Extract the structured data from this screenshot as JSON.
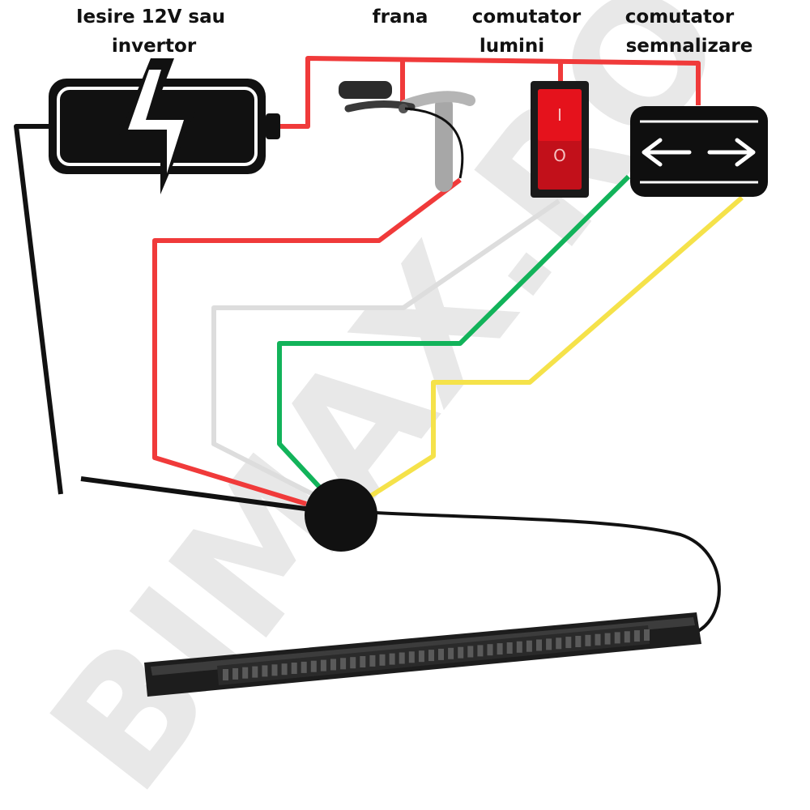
{
  "labels": {
    "power": [
      "Iesire 12V sau",
      "invertor"
    ],
    "brake": [
      "frana"
    ],
    "light_switch": [
      "comutator",
      "lumini"
    ],
    "signal_switch": [
      "comutator",
      "semnalizare"
    ]
  },
  "watermark": "BIMAX.RO",
  "light_switch_marks": {
    "on": "I",
    "off": "O"
  },
  "icons": {
    "battery": "battery-bolt-icon",
    "brake": "brake-lever-icon",
    "light_switch": "rocker-switch-icon",
    "signal_switch": "turn-signal-arrows-icon",
    "junction": "junction-box-icon",
    "led_bar": "led-strip-icon"
  },
  "colors": {
    "red_wire": "#f03a3a",
    "black_wire": "#111111",
    "gray_wire": "#dddddd",
    "green_wire": "#12b35a",
    "yellow_wire": "#f5e24a",
    "switch_red": "#e5121c"
  }
}
